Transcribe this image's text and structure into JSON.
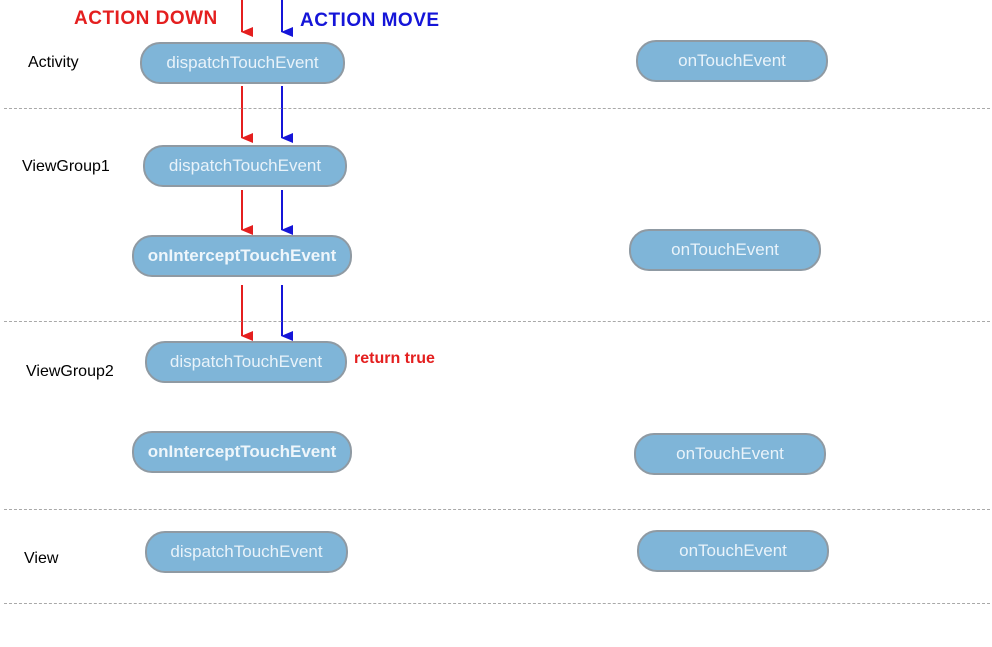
{
  "legend": {
    "down_label": "ACTION DOWN",
    "move_label": "ACTION MOVE",
    "down_color": "#e41f1f",
    "move_color": "#1515d8"
  },
  "layers": {
    "activity": "Activity",
    "viewgroup1": "ViewGroup1",
    "viewgroup2": "ViewGroup2",
    "view": "View"
  },
  "nodes": {
    "activity_dispatch": "dispatchTouchEvent",
    "activity_touch": "onTouchEvent",
    "vg1_dispatch": "dispatchTouchEvent",
    "vg1_intercept": "onInterceptTouchEvent",
    "vg1_touch": "onTouchEvent",
    "vg2_dispatch": "dispatchTouchEvent",
    "vg2_intercept": "onInterceptTouchEvent",
    "vg2_touch": "onTouchEvent",
    "view_dispatch": "dispatchTouchEvent",
    "view_touch": "onTouchEvent"
  },
  "annotation": {
    "return_true": "return true",
    "color": "#e41f1f"
  },
  "colors": {
    "node_fill": "#7fb5d8",
    "node_border": "#8f9aa3",
    "divider": "#a9a9a9"
  }
}
